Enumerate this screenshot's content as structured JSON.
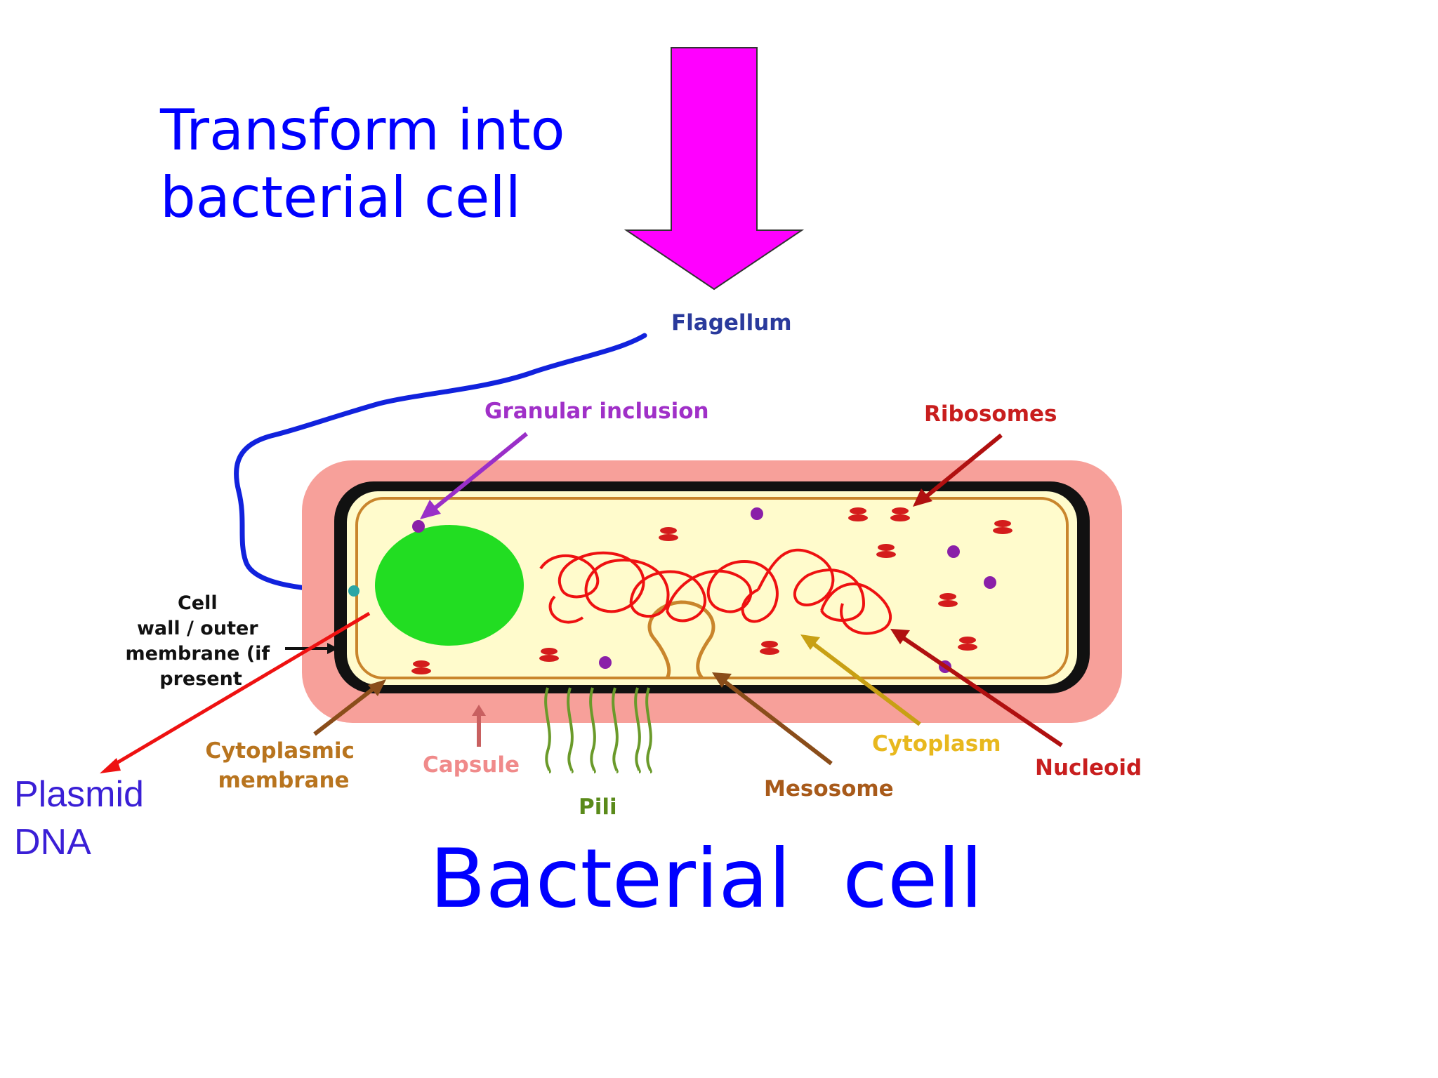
{
  "slide": {
    "heading": "Transform into\nbacterial cell",
    "caption": "Bacterial  cell",
    "plasmid_label": "Plasmid\nDNA"
  },
  "diagram": {
    "labels": {
      "flagellum": "Flagellum",
      "granular_inclusion": "Granular inclusion",
      "ribosomes": "Ribosomes",
      "cell_wall": [
        "Cell",
        "wall / outer",
        "membrane (if",
        "present"
      ],
      "cytoplasmic_membrane": [
        "Cytoplasmic",
        "membrane"
      ],
      "capsule": "Capsule",
      "pili": "Pili",
      "mesosome": "Mesosome",
      "cytoplasm": "Cytoplasm",
      "nucleoid": "Nucleoid"
    },
    "colors": {
      "arrow_magenta": "#ff00ff",
      "capsule_fill": "#f7a09a",
      "cell_wall": "#111111",
      "cytoplasm_fill": "#fffbcc",
      "membrane": "#c9852c",
      "plasmid_green": "#22dd22",
      "nucleoid_red": "#ee1111",
      "flagellum_blue": "#1122dd",
      "ribosome_red": "#d41c1c",
      "granule_purple": "#8a1fa8",
      "pili_green": "#6a9a2a",
      "plasmid_arrow": "#ee1111"
    }
  }
}
